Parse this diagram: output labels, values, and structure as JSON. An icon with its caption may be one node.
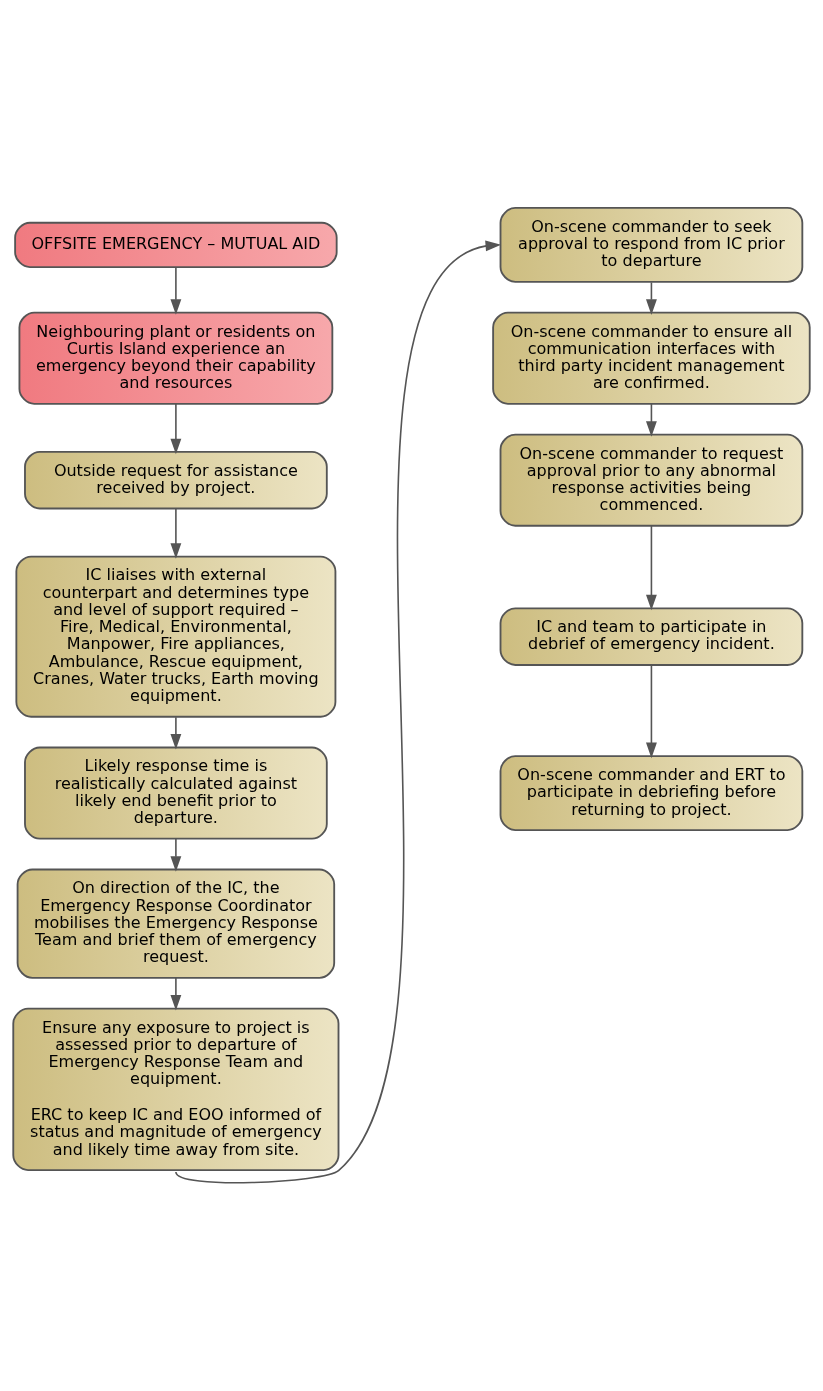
{
  "diagram": {
    "nodes": [
      {
        "text": [
          "OFFSITE EMERGENCY – MUTUAL AID"
        ]
      },
      {
        "text": [
          "Neighbouring plant or residents on Curtis Island experience an emergency beyond their capability and resources"
        ]
      },
      {
        "text": [
          "Outside request for assistance received by project."
        ]
      },
      {
        "text": [
          "IC liaises with external counterpart and determines type and level of support required – Fire, Medical, Environmental, Manpower, Fire appliances, Ambulance, Rescue equipment, Cranes, Water trucks, Earth moving equipment."
        ]
      },
      {
        "text": [
          "Likely response time is realistically calculated against likely end benefit prior to departure."
        ]
      },
      {
        "text": [
          "On direction of the IC, the Emergency Response Coordinator mobilises the Emergency Response Team and brief them of emergency request."
        ]
      },
      {
        "text": [
          "Ensure any exposure to project is assessed prior to departure of Emergency Response Team and equipment.",
          "ERC to keep IC and EOO informed of status and magnitude of emergency and likely time away from site."
        ]
      },
      {
        "text": [
          "On-scene commander to seek approval to respond from IC prior to departure"
        ]
      },
      {
        "text": [
          "On-scene commander to ensure all communication interfaces with third party incident management are confirmed."
        ]
      },
      {
        "text": [
          "On-scene commander to request approval prior to any abnormal response activities being commenced."
        ]
      },
      {
        "text": [
          "IC and team to participate in debrief of emergency incident."
        ]
      },
      {
        "text": [
          "On-scene commander and ERT to participate in debriefing before returning to project."
        ]
      }
    ],
    "edges": [
      {
        "from": 0,
        "to": 1,
        "arrow": "to"
      },
      {
        "from": 1,
        "to": 2,
        "arrow": "to"
      },
      {
        "from": 2,
        "to": 3,
        "arrow": "to"
      },
      {
        "from": 3,
        "to": 4,
        "arrow": "to"
      },
      {
        "from": 4,
        "to": 5,
        "arrow": "to"
      },
      {
        "from": 5,
        "to": 6,
        "arrow": "to"
      },
      {
        "from": 6,
        "to": 7,
        "arrow": "to"
      },
      {
        "from": 7,
        "to": 8,
        "arrow": "to"
      },
      {
        "from": 8,
        "to": 9,
        "arrow": "to"
      },
      {
        "from": 9,
        "to": 10,
        "arrow": "to"
      },
      {
        "from": 10,
        "to": 11,
        "arrow": "to"
      }
    ]
  }
}
